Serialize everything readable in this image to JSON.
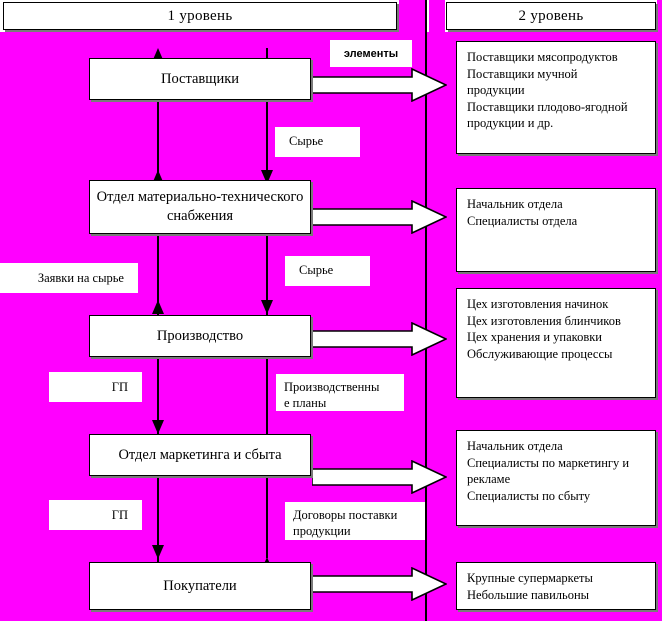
{
  "diagram": {
    "title_level1": "1 уровень",
    "title_level2": "2 уровень",
    "background_color": "#ff00ff",
    "box_fill": "#ffffff",
    "line_color": "#000000"
  },
  "level1": {
    "nodes": [
      {
        "id": "suppliers",
        "label": "Поставщики"
      },
      {
        "id": "supply_dept",
        "label": "Отдел материально-технического снабжения"
      },
      {
        "id": "production",
        "label": "Производство"
      },
      {
        "id": "marketing",
        "label": "Отдел маркетинга и сбыта"
      },
      {
        "id": "buyers",
        "label": "Покупатели"
      }
    ]
  },
  "level2": {
    "nodes": [
      {
        "id": "suppliers_detail",
        "lines": [
          "Поставщики мясопродуктов",
          "Поставщики мучной",
          "продукции",
          "Поставщики плодово-ягодной",
          "продукции и др."
        ]
      },
      {
        "id": "supply_dept_detail",
        "lines": [
          "Начальник отдела",
          "Специалисты отдела"
        ]
      },
      {
        "id": "production_detail",
        "lines": [
          "Цех изготовления начинок",
          "Цех изготовления блинчиков",
          "Цех хранения и упаковки",
          "Обслуживающие процессы"
        ]
      },
      {
        "id": "marketing_detail",
        "lines": [
          "Начальник отдела",
          "Специалисты по маркетингу и",
          "рекламе",
          "Специалисты по сбыту"
        ]
      },
      {
        "id": "buyers_detail",
        "lines": [
          "Крупные супермаркеты",
          "Небольшие павильоны"
        ]
      }
    ]
  },
  "flow_labels": {
    "elements": "элементы",
    "raw_material_1": "Сырье",
    "raw_material_2": "Сырье",
    "requests_raw": "Заявки на сырье",
    "finished_goods_1": "ГП",
    "finished_goods_2": "ГП",
    "production_plans_line1": "Производственны",
    "production_plans_line2": "е планы",
    "supply_contracts_line1": "Договоры поставки",
    "supply_contracts_line2": "продукции"
  }
}
